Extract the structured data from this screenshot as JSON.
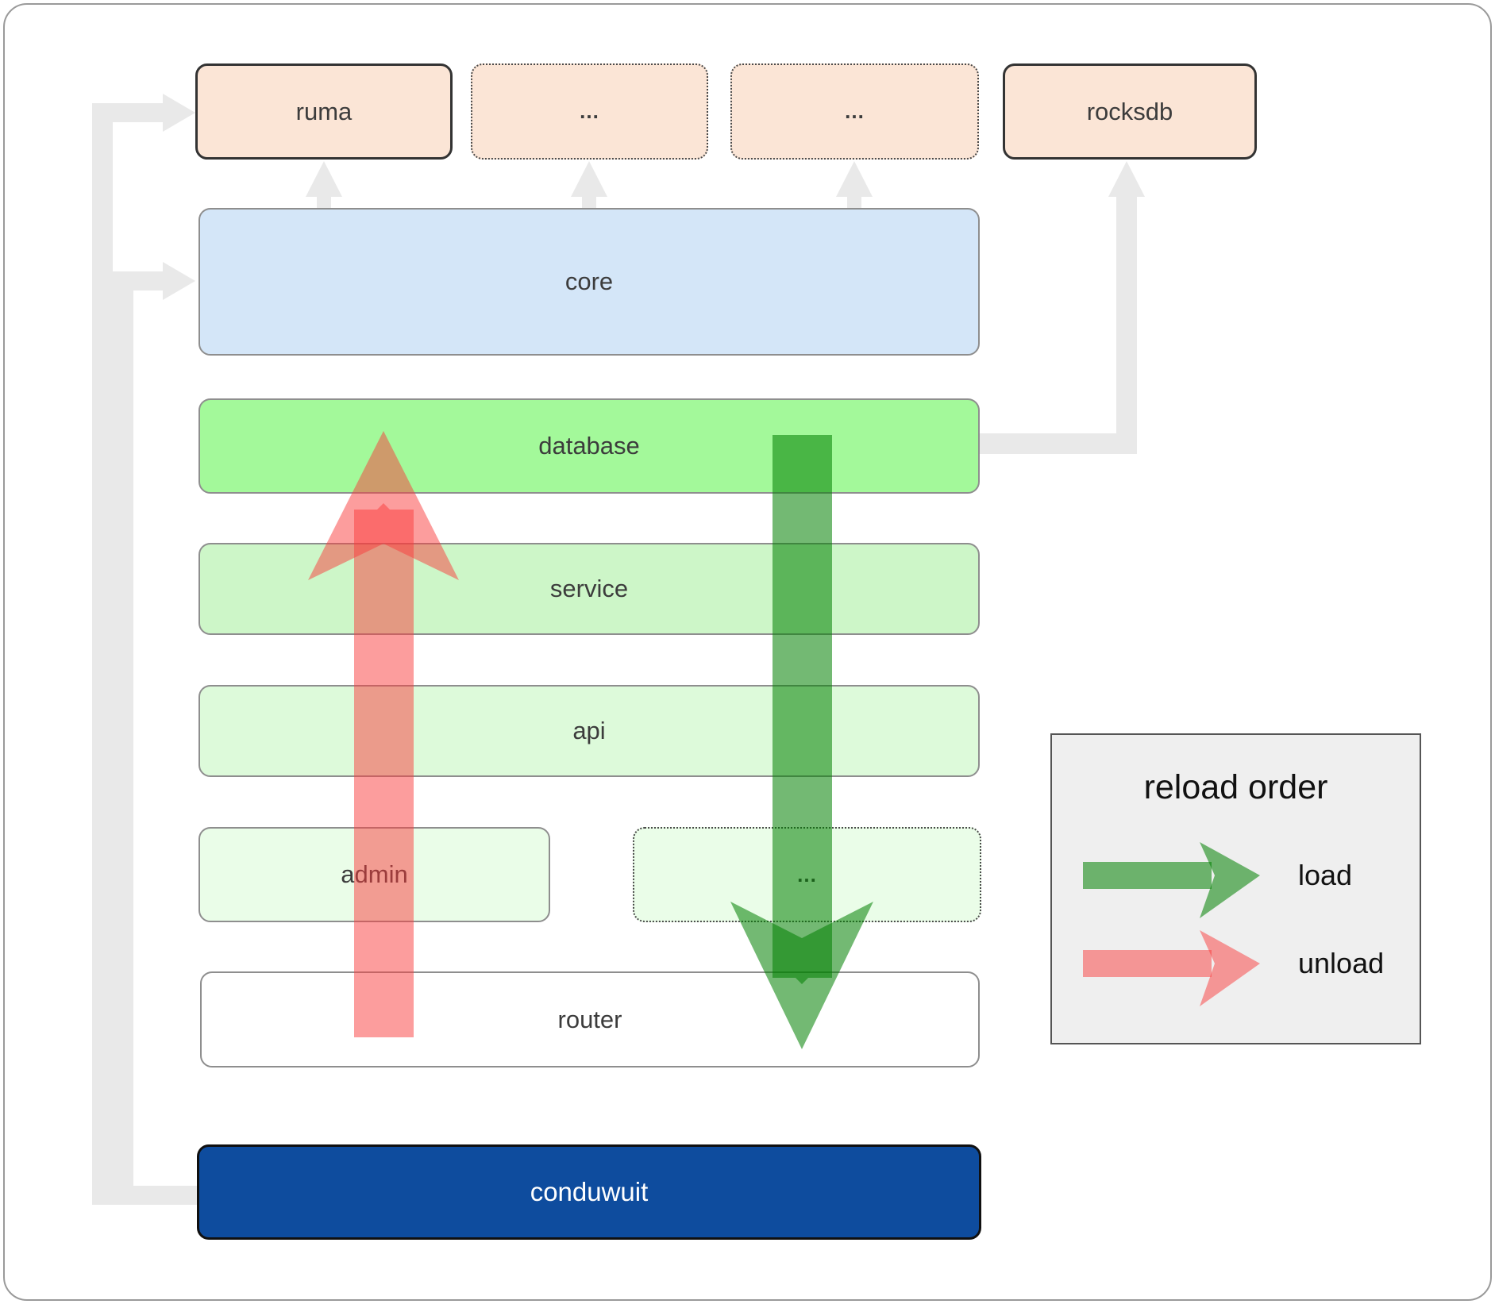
{
  "nodes": {
    "ruma": "ruma",
    "dep_dots_1": "...",
    "dep_dots_2": "...",
    "rocksdb": "rocksdb",
    "core": "core",
    "database": "database",
    "service": "service",
    "api": "api",
    "admin": "admin",
    "admin_dots": "...",
    "router": "router",
    "conduwuit": "conduwuit"
  },
  "legend": {
    "title": "reload order",
    "items": [
      {
        "label": "load",
        "color": "#2e8b2e"
      },
      {
        "label": "unload",
        "color": "#f56262"
      }
    ]
  },
  "colors": {
    "load_arrow": "rgba(0,128,0,0.55)",
    "unload_arrow": "rgba(250,60,60,0.50)",
    "dependency_fill": "#fbe5d6",
    "core_fill": "#d4e6f8",
    "database_fill": "#a3f99a",
    "service_fill": "#cdf6c8",
    "api_fill": "#ddfada",
    "admin_fill": "#eafde8",
    "router_fill": "#ffffff",
    "conduwuit_fill": "#0e4c9e",
    "connector_gray": "#e9e9e9",
    "legend_bg": "#efefef"
  }
}
